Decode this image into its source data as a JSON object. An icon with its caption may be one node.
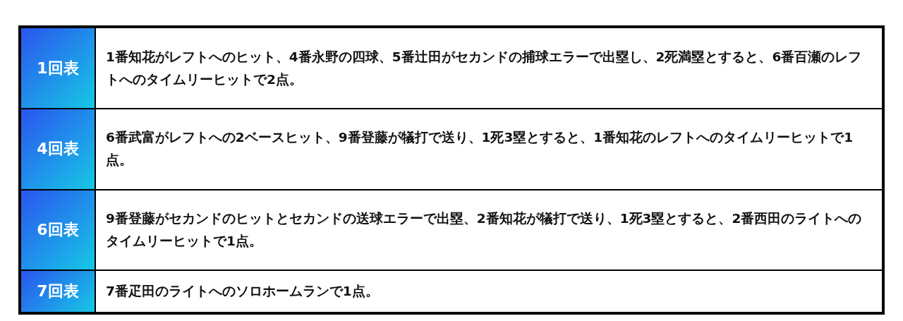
{
  "diagram": {
    "labels": [
      "1回表",
      "1番知花がレフトへのヒット、4番永野の四球、5番辻田がセカンドの捕球エラーで出塁し、2死満塁とすると、6番百瀬のレフトへのタイムリーヒットで2点。",
      "4回表",
      "6番武富がレフトへの2ベースヒット、9番登藤が犠打で送り、1死3塁とすると、1番知花のレフトへのタイムリーヒットで1点。",
      "6回表",
      "9番登藤がセカンドのヒットとセカンドの送球エラーで出塁、2番知花が犠打で送り、1死3塁とすると、2番西田のライトへのタイムリーヒットで1点。",
      "7回表",
      "7番疋田のライトへのソロホームランで1点。"
    ]
  }
}
